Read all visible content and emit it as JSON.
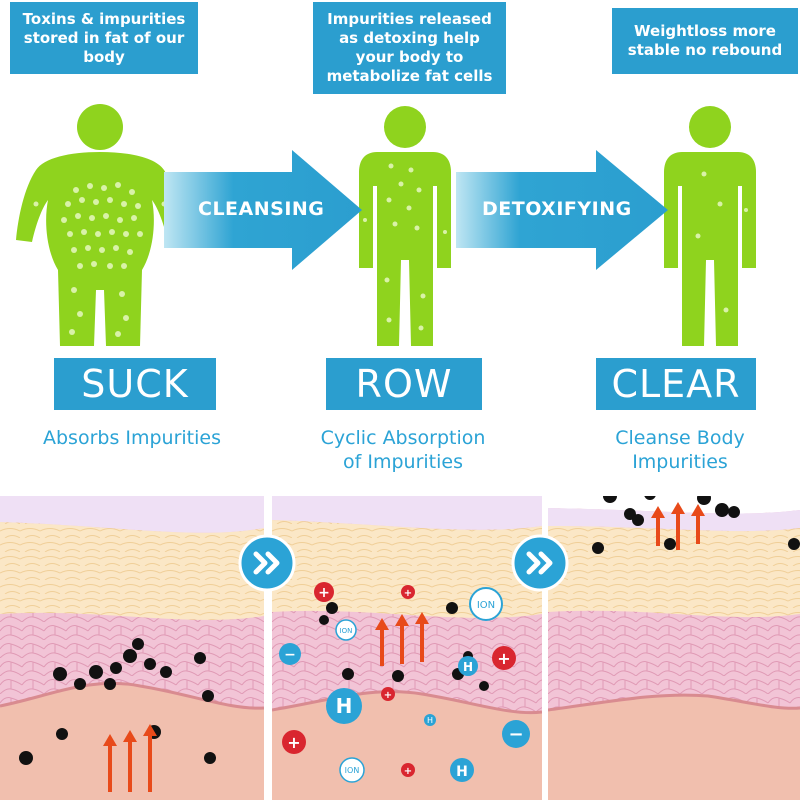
{
  "callouts": {
    "left": "Toxins & impurities stored in fat of our body",
    "middle": "Impurities released as detoxing help your body to metabolize fat cells",
    "right": "Weightloss more stable no rebound"
  },
  "arrows": {
    "first": "CLEANSING",
    "second": "DETOXIFYING"
  },
  "stages": [
    {
      "title": "SUCK",
      "desc_line1": "Absorbs Impurities",
      "desc_line2": ""
    },
    {
      "title": "ROW",
      "desc_line1": "Cyclic Absorption",
      "desc_line2": "of Impurities"
    },
    {
      "title": "CLEAR",
      "desc_line1": "Cleanse Body",
      "desc_line2": "Impurities"
    }
  ],
  "labels": {
    "ion": "ION",
    "hydrogen": "H",
    "plus": "+",
    "minus": "−"
  },
  "colors": {
    "accent_blue": "#2b9ecf",
    "figure_green": "#8fd31e",
    "toxin_black": "#111111",
    "arrow_red": "#e84a1a"
  },
  "icons": {
    "human_figure": "human-silhouette-icon",
    "next": "double-chevron-right-icon",
    "up_arrow": "up-arrow-icon"
  }
}
